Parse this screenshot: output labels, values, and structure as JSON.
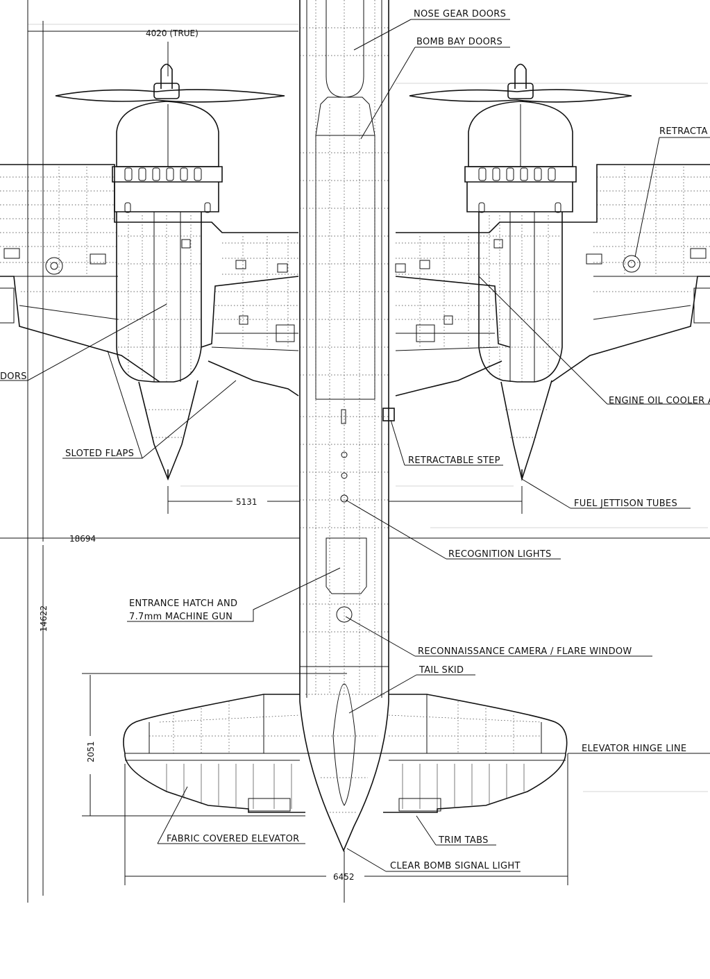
{
  "labels": {
    "nose_gear_doors": "NOSE GEAR DOORS",
    "bomb_bay_doors": "BOMB BAY DOORS",
    "retractable_top": "RETRACTA",
    "doors_left": "DORS",
    "sloted_flaps": "SLOTED FLAPS",
    "engine_oil_cooler": "ENGINE OIL COOLER A",
    "retractable_step": "RETRACTABLE STEP",
    "fuel_jettison_tubes": "FUEL JETTISON TUBES",
    "recognition_lights": "RECOGNITION LIGHTS",
    "entrance_hatch_1": "ENTRANCE HATCH AND",
    "entrance_hatch_2": "7.7mm MACHINE GUN",
    "recon_camera": "RECONNAISSANCE CAMERA / FLARE WINDOW",
    "tail_skid": "TAIL SKID",
    "elevator_hinge_line": "ELEVATOR HINGE LINE",
    "fabric_covered_elevator": "FABRIC COVERED ELEVATOR",
    "trim_tabs": "TRIM TABS",
    "clear_bomb_signal_light": "CLEAR BOMB SIGNAL LIGHT"
  },
  "dimensions": {
    "prop_span": "4020 (TRUE)",
    "nacelle_tip_spacing": "5131",
    "reference_length": "18694",
    "overall_length": "14622",
    "tailplane_chord": "2051",
    "tailplane_span": "6452"
  }
}
